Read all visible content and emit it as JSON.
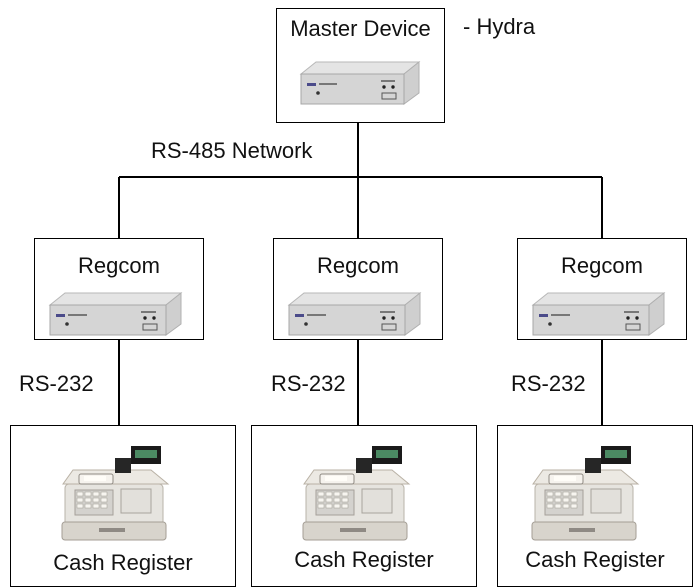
{
  "master": {
    "label": "Master Device",
    "suffix": "- Hydra"
  },
  "network_label": "RS-485 Network",
  "regcoms": [
    {
      "label": "Regcom",
      "link_label": "RS-232",
      "register_label": "Cash Register"
    },
    {
      "label": "Regcom",
      "link_label": "RS-232",
      "register_label": "Cash Register"
    },
    {
      "label": "Regcom",
      "link_label": "RS-232",
      "register_label": "Cash Register"
    }
  ],
  "device_icon_name": "network-device-icon",
  "register_icon_name": "cash-register-icon"
}
